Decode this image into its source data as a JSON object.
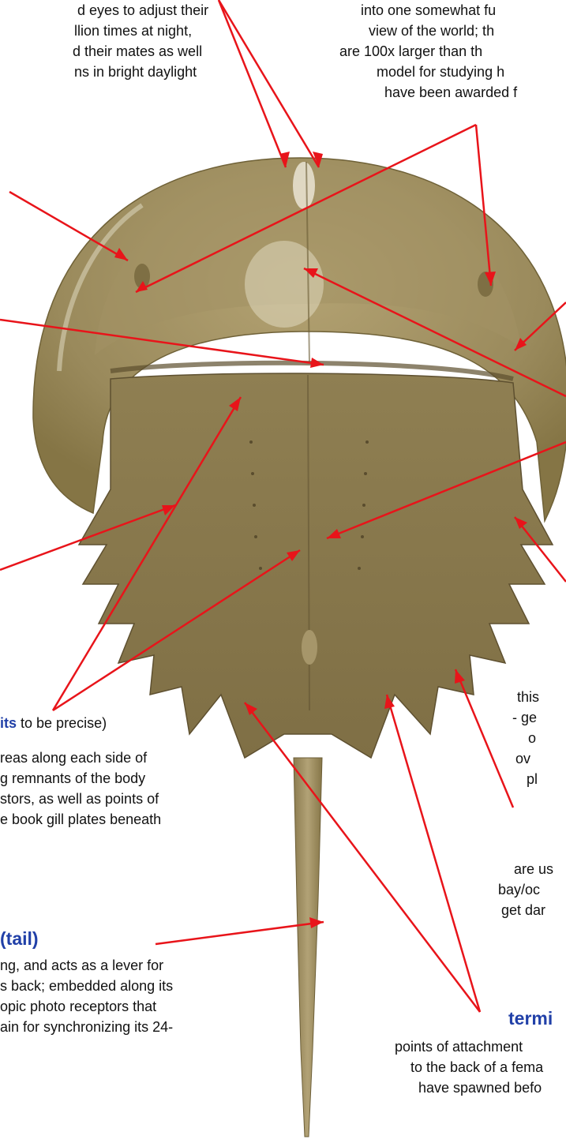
{
  "top_left": {
    "lines": [
      "d eyes to adjust their",
      "llion times at night,",
      "d their mates as well",
      "ns in bright daylight"
    ]
  },
  "top_right": {
    "lines": [
      "into one somewhat fu",
      "view of the world;  th",
      "are 100x larger than th",
      "model for studying h",
      "have been awarded f"
    ]
  },
  "pits": {
    "label": "its",
    "rest": " to be precise)",
    "lines": [
      "reas along each side of",
      "g remnants of the body",
      "stors,  as well as points of",
      "e book gill plates beneath"
    ]
  },
  "tail": {
    "label": "(tail)",
    "lines": [
      "ng, and acts as a lever for",
      "s back;  embedded along its",
      "opic photo receptors that",
      "ain for synchronizing its 24-"
    ]
  },
  "right_mid": {
    "lines": [
      "this",
      "- ge",
      "o",
      "ov",
      "pl"
    ]
  },
  "right_low": {
    "lines": [
      "are us",
      "bay/oc",
      "get dar"
    ]
  },
  "spines": {
    "label": "termi",
    "lines": [
      "points of attachment",
      "to the back of a fema",
      "have spawned befo"
    ]
  },
  "colors": {
    "arrow": "#e8141a",
    "label_blue": "#2140a8",
    "shell": "#9a8a5a"
  },
  "icons": [
    "horseshoe-crab-illustration"
  ]
}
